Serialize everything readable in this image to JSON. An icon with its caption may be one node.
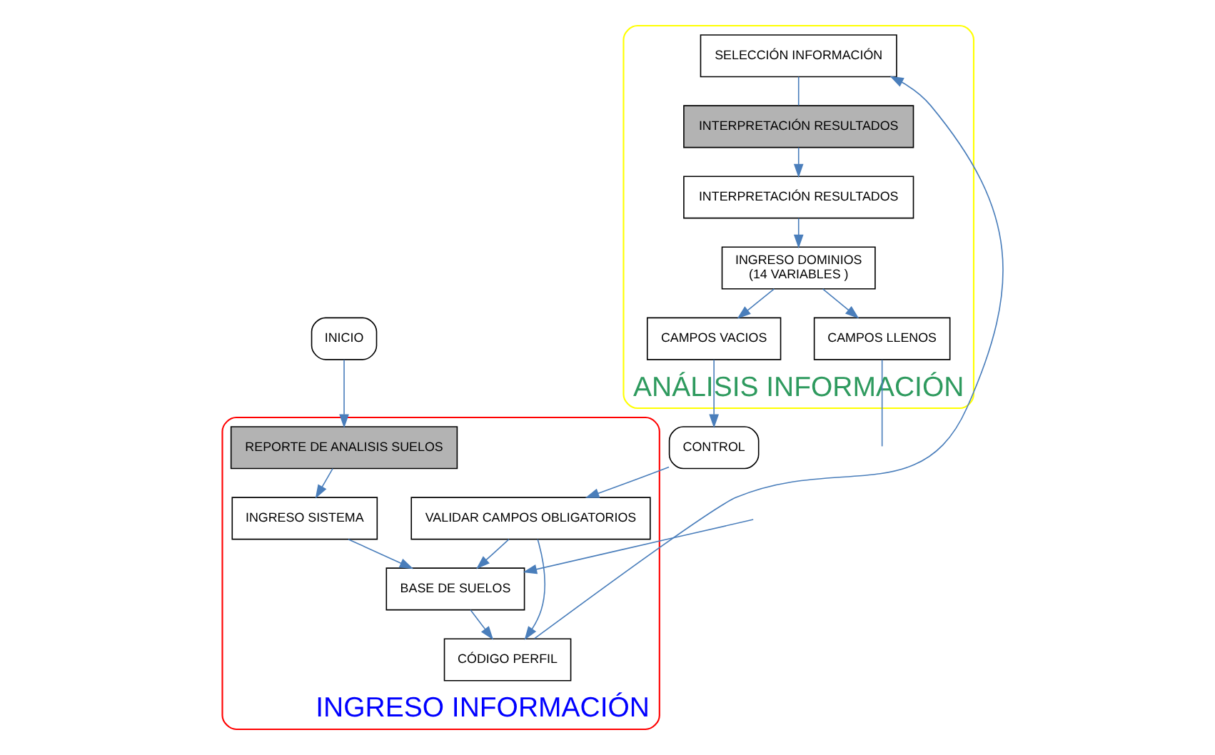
{
  "diagram": {
    "nodes": [
      {
        "text": [
          "INICIO"
        ]
      },
      {
        "text": [
          "INGRESO INFORMACIÓN"
        ]
      },
      {
        "text": [
          "REPORTE DE ANALISIS SUELOS"
        ],
        "in": 1
      },
      {
        "text": [
          "INGRESO SISTEMA"
        ],
        "in": 1
      },
      {
        "text": [
          "BASE DE SUELOS"
        ],
        "in": 1
      },
      {
        "text": [
          "CÓDIGO PERFIL"
        ],
        "in": 1
      },
      {
        "text": [
          "VALIDAR CAMPOS OBLIGATORIOS"
        ],
        "in": 1
      },
      {
        "text": [
          "ANÁLISIS INFORMACIÓN"
        ]
      },
      {
        "text": [
          "SELECCIÓN INFORMACIÓN"
        ],
        "in": 7
      },
      {
        "text": [
          "INTERPRETACIÓN RESULTADOS"
        ],
        "in": 7
      },
      {
        "text": [
          "INTERPRETACIÓN RESULTADOS"
        ],
        "in": 7
      },
      {
        "text": [
          "INGRESO DOMINIOS",
          "(14 VARIABLES )"
        ],
        "in": 7
      },
      {
        "text": [
          "CAMPOS VACIOS"
        ],
        "in": 7
      },
      {
        "text": [
          "CAMPOS LLENOS"
        ],
        "in": 7
      },
      {
        "text": [
          "CONTROL"
        ]
      }
    ],
    "edges": [
      {
        "from": 0,
        "to": 2,
        "arrow": "to"
      },
      {
        "from": 2,
        "to": 3,
        "arrow": "to"
      },
      {
        "from": 3,
        "to": 4,
        "arrow": "to"
      },
      {
        "from": 4,
        "to": 5,
        "arrow": "to"
      },
      {
        "from": 6,
        "to": 4,
        "arrow": "to"
      },
      {
        "from": 6,
        "to": 5,
        "arrow": "to"
      },
      {
        "from": 5,
        "to": 8,
        "arrow": "to"
      },
      {
        "from": 8,
        "to": 9,
        "arrow": "none"
      },
      {
        "from": 9,
        "to": 10,
        "arrow": "to"
      },
      {
        "from": 10,
        "to": 11,
        "arrow": "to"
      },
      {
        "from": 11,
        "to": 12,
        "arrow": "to"
      },
      {
        "from": 11,
        "to": 13,
        "arrow": "to"
      },
      {
        "from": 13,
        "to": null,
        "arrow": "none"
      },
      {
        "from": 12,
        "to": 14,
        "arrow": "to"
      },
      {
        "from": 14,
        "to": 6,
        "arrow": "to"
      },
      {
        "from": null,
        "to": 4,
        "arrow": "to"
      }
    ]
  }
}
